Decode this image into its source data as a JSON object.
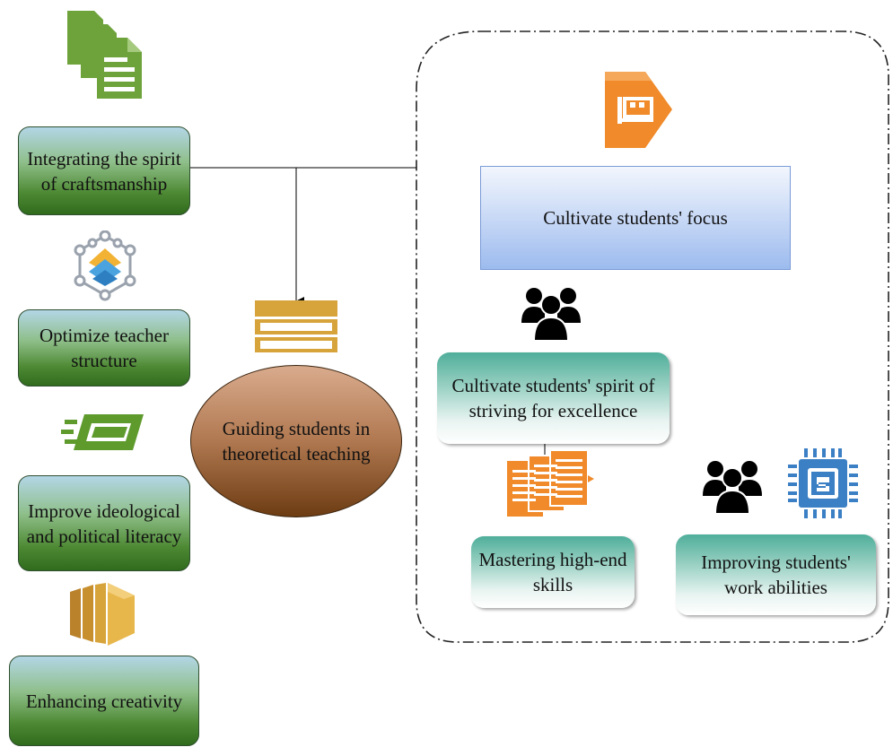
{
  "left_boxes": [
    "Integrating the spirit of craftsmanship",
    "Optimize teacher structure",
    "Improve ideological and political literacy",
    "Enhancing creativity"
  ],
  "center_oval": "Guiding students in theoretical teaching",
  "right_panel": {
    "focus_box": "Cultivate students' focus",
    "excellence_box": "Cultivate students' spirit of striving for excellence",
    "skills_box": "Mastering high-end skills",
    "work_box": "Improving students' work abilities"
  },
  "colors": {
    "green_box": "#4e8a34",
    "teal_box": "#4fae9a",
    "blue_box": "#9cbbee",
    "oval": "#b07850",
    "orange_icon": "#f08a2a",
    "gold_icon": "#d7a43c",
    "blue_icon": "#3b7fc4"
  },
  "icons": [
    "documents-icon",
    "network-layers-icon",
    "card-speed-icon",
    "amazon-blocks-icon",
    "stacked-bars-icon",
    "arrow-card-icon",
    "people-group-icon",
    "orange-documents-icon",
    "chip-icon"
  ]
}
